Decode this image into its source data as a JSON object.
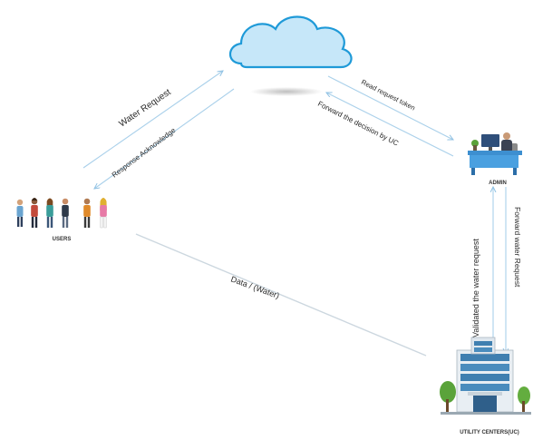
{
  "diagram": {
    "nodes": {
      "cloud": {
        "label": ""
      },
      "users": {
        "label": "USERS"
      },
      "admin": {
        "label": "ADMIN"
      },
      "utility": {
        "label": "UTILITY CENTERS(UC)"
      }
    },
    "edges": {
      "water_request": "Water  Request",
      "response_ack": "Response Acknowledge",
      "read_token": "Read request token",
      "forward_decision": "Forward the decision by UC",
      "validated": "Validated the water request",
      "forward_water": "Forward water Request",
      "data_water": "Data  /  (Water)"
    }
  },
  "colors": {
    "cloud_fill": "#bfe3f7",
    "cloud_stroke": "#2aa0dc",
    "arrow": "#9ecbe8",
    "data_line": "#c9d6e0",
    "building_glass": "#3f7fb0",
    "tree": "#5aa33a",
    "desk": "#3d8fd0"
  }
}
